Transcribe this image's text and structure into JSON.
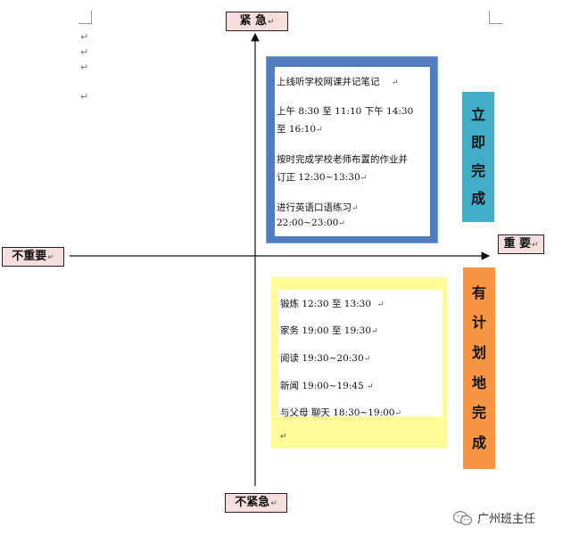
{
  "marks": {
    "paragraph": "↵",
    "return": "↵"
  },
  "labels": {
    "urgent": "紧 急",
    "not_urgent": "不紧急",
    "important": "重 要",
    "not_important": "不重要"
  },
  "quadrant1": {
    "lines": [
      "上线听学校网课并记笔记",
      "上午 8:30 至 11:10   下午 14:30",
      "至 16:10",
      "按时完成学校老师布置的作业并",
      "订正     12:30~13:30",
      "进行英语口语练习",
      "22:00~23:00"
    ],
    "tag": [
      "立",
      "即",
      "完",
      "成"
    ]
  },
  "quadrant2": {
    "lines": [
      "锻炼 12:30 至 13:30",
      "家务 19:00 至 19:30",
      "阅读 19:30~20:30",
      "新闻 19:00~19:45",
      "与父母 聊天 18:30~19:00"
    ],
    "tag": [
      "有",
      "计",
      "划",
      "地",
      "完",
      "成"
    ]
  },
  "watermark": {
    "text": "广州班主任"
  },
  "colors": {
    "label_bg": "#f6dede",
    "blue_frame": "#4f7dbf",
    "yellow_frame": "#fffb99",
    "teal_tag": "#43acc6",
    "orange_tag": "#f79542"
  }
}
